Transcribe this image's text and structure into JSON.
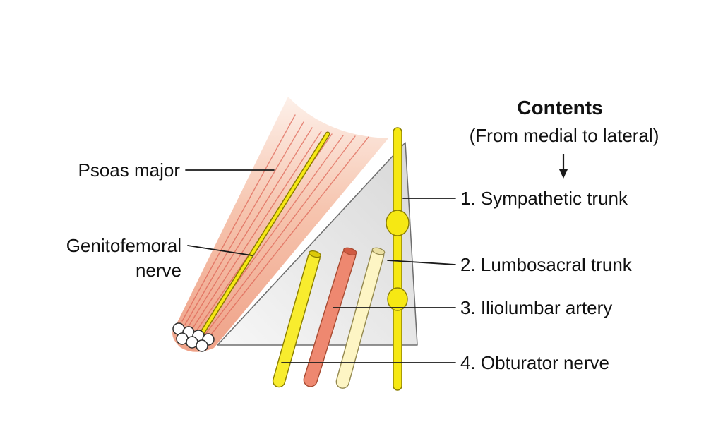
{
  "figure_labels": {
    "muscle": "Psoas major",
    "nerve_line1": "Genitofemoral",
    "nerve_line2": "nerve"
  },
  "contents": {
    "title": "Contents",
    "subtitle": "(From medial to lateral)",
    "items": [
      {
        "label": "1. Sympathetic trunk"
      },
      {
        "label": "2. Lumbosacral trunk"
      },
      {
        "label": "3. Iliolumbar artery"
      },
      {
        "label": "4. Obturator nerve"
      }
    ]
  },
  "colors": {
    "muscle_top_light": "#fdf0e9",
    "muscle_pink": "#f6c4ae",
    "muscle_deep": "#efa288",
    "striation_red": "#dd5f50",
    "nerve_yellow": "#f6e813",
    "nerve_outline": "#8a7d00",
    "obturator_yellow": "#f8ec2e",
    "artery_red": "#ee8870",
    "artery_cap": "#d05a42",
    "lumbosacral_cream": "#fdf5c4",
    "lumbosacral_cap": "#eadfa2",
    "plane_gray_light": "#f7f7f7",
    "plane_gray_dark": "#d7d7d7",
    "plane_edge": "#6e6e6e",
    "line_black": "#1a1a1a",
    "text_black": "#111111"
  }
}
